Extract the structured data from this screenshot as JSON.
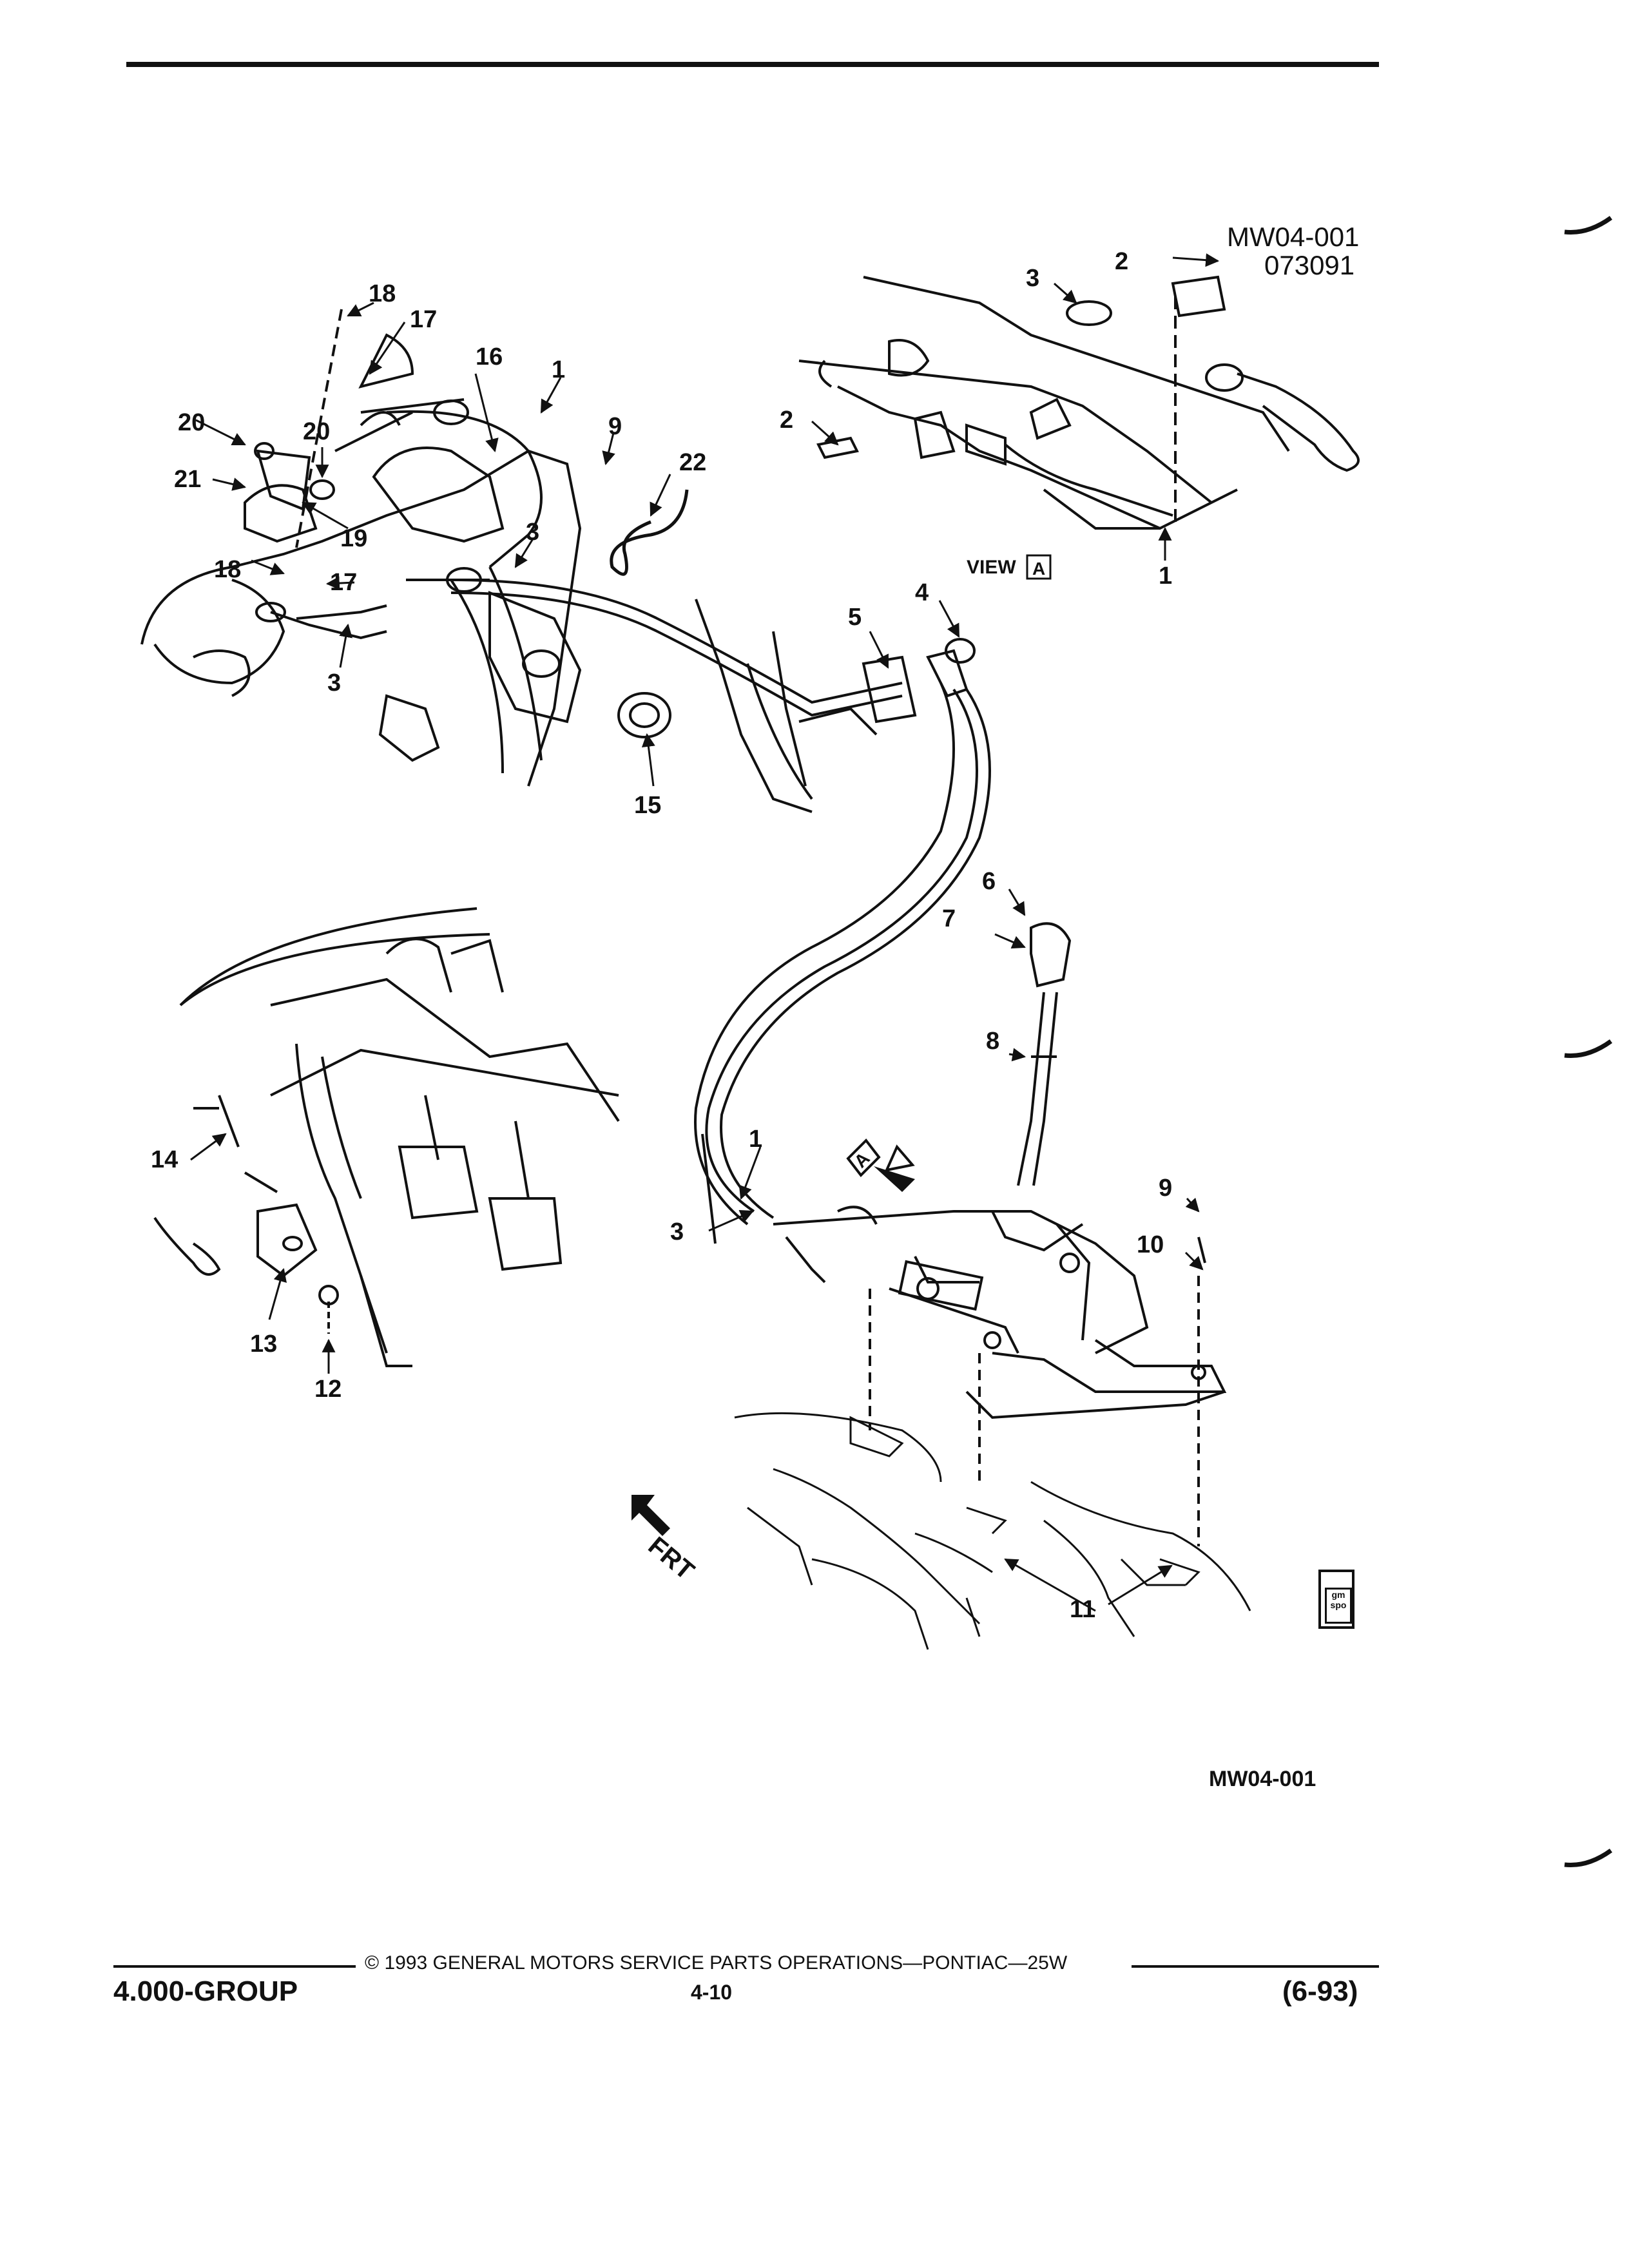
{
  "header": {
    "ref_code": "MW04-001",
    "date_code": "073091"
  },
  "view_label": {
    "prefix": "VIEW",
    "letter": "A"
  },
  "direction_label": "FRT",
  "view_marker_letter": "A",
  "callouts": [
    "1",
    "2",
    "3",
    "4",
    "5",
    "6",
    "7",
    "8",
    "9",
    "10",
    "11",
    "12",
    "13",
    "14",
    "15",
    "16",
    "17",
    "18",
    "19",
    "20",
    "21",
    "22"
  ],
  "figure_code": "MW04-001",
  "footer": {
    "group": "4.000-GROUP",
    "copyright": "© 1993 GENERAL MOTORS SERVICE PARTS OPERATIONS—PONTIAC—25W",
    "page": "4-10",
    "revision": "(6-93)"
  },
  "logo": {
    "text": "gm spo"
  }
}
